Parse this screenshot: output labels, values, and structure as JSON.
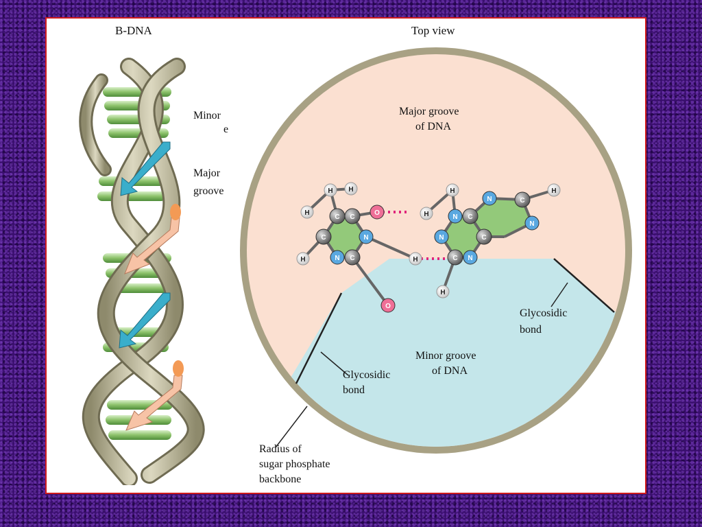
{
  "left_title": "B-DNA",
  "right_title": "Top view",
  "helix": {
    "minor_groove_label_1": "Minor",
    "minor_groove_label_2": "e",
    "major_groove_label_1": "Major",
    "major_groove_label_2": "groove"
  },
  "top_view": {
    "major_groove_1": "Major groove",
    "major_groove_2": "of DNA",
    "minor_groove_1": "Minor groove",
    "minor_groove_2": "of DNA",
    "glycosidic_right_1": "Glycosidic",
    "glycosidic_right_2": "bond",
    "glycosidic_left_1": "Glycosidic",
    "glycosidic_left_2": "bond",
    "radius_1": "Radius of",
    "radius_2": "sugar phosphate",
    "radius_3": "backbone"
  },
  "atoms": {
    "H": "H",
    "C": "C",
    "N": "N",
    "O": "O"
  },
  "colors": {
    "background": "#3a0f6e",
    "frame_border": "#d11b1b",
    "major_groove_fill": "#fbe0d1",
    "minor_groove_fill": "#c4e6ea",
    "ring_fill": "#93c97a",
    "backbone": "#a8a184",
    "hbond": "#e0247a",
    "nitrogen": "#5aa8e0",
    "oxygen": "#ef6f97",
    "carbon": "#777777"
  }
}
